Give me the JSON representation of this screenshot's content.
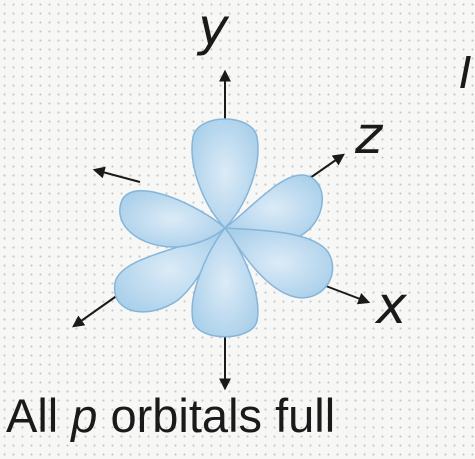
{
  "axes": {
    "y": "y",
    "z": "z",
    "x": "x"
  },
  "edge_glyph": "I",
  "caption": {
    "prefix": "All ",
    "italic": "p",
    "suffix": " orbitals full"
  },
  "colors": {
    "lobe_light": "#dcebf7",
    "lobe": "#a8cfea",
    "lobe_edge": "#86b5d9",
    "axis": "#1a1a1a"
  }
}
